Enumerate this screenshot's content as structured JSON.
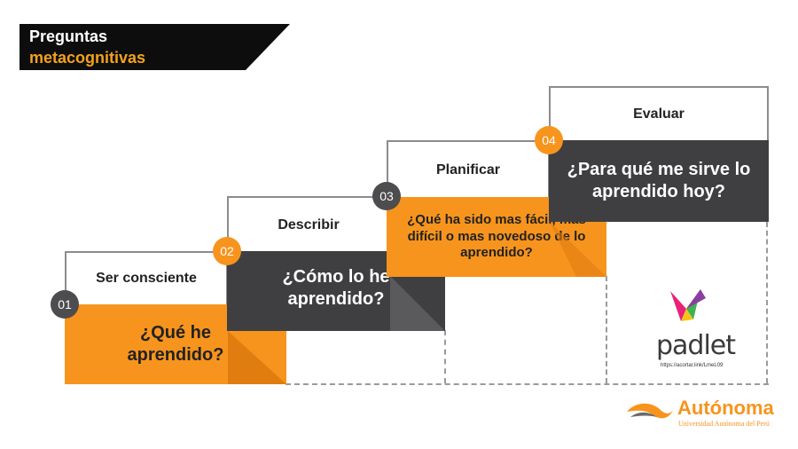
{
  "title": {
    "line1": "Preguntas",
    "line2": "metacognitivas"
  },
  "steps": [
    {
      "number": "01",
      "header": "Ser consciente",
      "question": "¿Qué he aprendido?"
    },
    {
      "number": "02",
      "header": "Describir",
      "question": "¿Cómo lo he aprendido?"
    },
    {
      "number": "03",
      "header": "Planificar",
      "question": "¿Qué ha sido mas fácil, mas difícil o mas novedoso de lo aprendido?"
    },
    {
      "number": "04",
      "header": "Evaluar",
      "question": "¿Para qué me sirve lo aprendido hoy?"
    }
  ],
  "padlet": {
    "name": "padlet",
    "url": "https://acortar.link/LmeL09"
  },
  "brand": {
    "name": "Autónoma",
    "subtitle": "Universidad Autónoma del Perú"
  },
  "colors": {
    "orange": "#f7941d",
    "dark": "#3f3f41",
    "banner": "#0d0d0d"
  }
}
